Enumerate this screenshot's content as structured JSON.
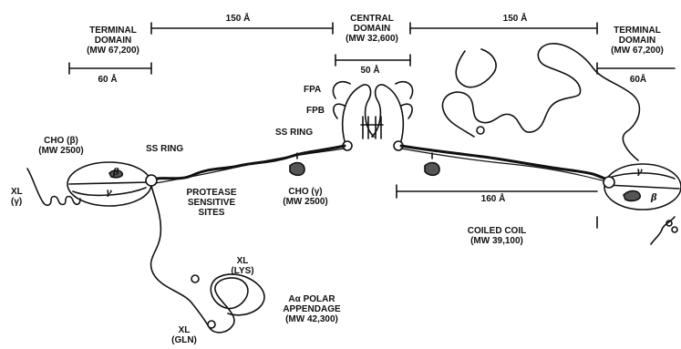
{
  "labels": {
    "terminal_domain_left": [
      "TERMINAL",
      "DOMAIN",
      "(MW 67,200)"
    ],
    "terminal_domain_right": [
      "TERMINAL",
      "DOMAIN",
      "(MW 67,200)"
    ],
    "central_domain": [
      "CENTRAL",
      "DOMAIN",
      "(MW 32,600)"
    ],
    "dist_150_left": "150 Å",
    "dist_150_right": "150 Å",
    "dist_60_left": "60 Å",
    "dist_60_right": "60Å",
    "dist_50": "50 Å",
    "dist_160": "160 Å",
    "fpa": "FPA",
    "fpb": "FPB",
    "ss_ring_left": "SS RING",
    "ss_ring_center": "SS RING",
    "cho_beta": [
      "CHO (β)",
      "(MW 2500)"
    ],
    "cho_gamma": [
      "CHO (γ)",
      "(MW 2500)"
    ],
    "xl_gamma": [
      "XL",
      "(γ)"
    ],
    "protease_sites": [
      "PROTEASE",
      "SENSITIVE",
      "SITES"
    ],
    "xl_lys": [
      "XL",
      "(LYS)"
    ],
    "xl_gln": [
      "XL",
      "(GLN)"
    ],
    "aa_polar": [
      "Aα POLAR",
      "APPENDAGE",
      "(MW 42,300)"
    ],
    "coiled_coil": [
      "COILED COIL",
      "(MW 39,100)"
    ],
    "greek_beta": "β",
    "greek_gamma": "γ"
  }
}
